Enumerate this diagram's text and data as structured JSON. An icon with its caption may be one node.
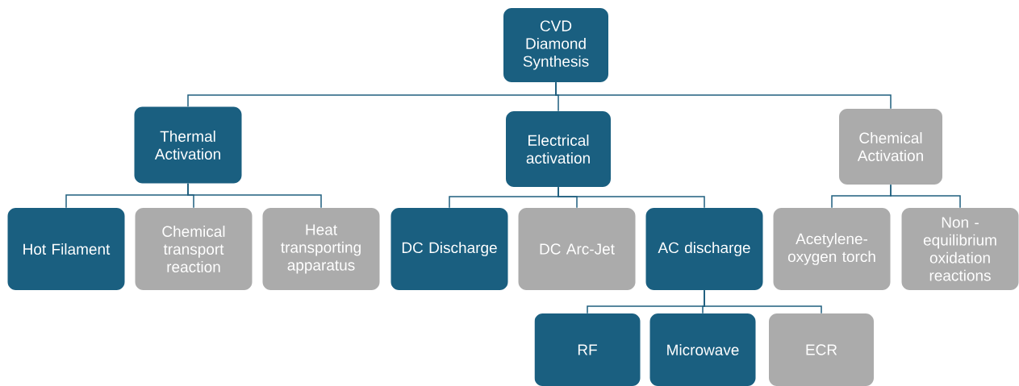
{
  "diagram": {
    "nodes": [
      {
        "text": [
          "CVD Diamond Synthesis"
        ]
      },
      {
        "text": [
          "Thermal Activation"
        ]
      },
      {
        "text": [
          "Electrical activation"
        ]
      },
      {
        "text": [
          "Chemical Activation"
        ]
      },
      {
        "text": [
          "Hot Filament"
        ]
      },
      {
        "text": [
          "Chemical transport reaction"
        ]
      },
      {
        "text": [
          "Heat transporting apparatus"
        ]
      },
      {
        "text": [
          "DC Discharge"
        ]
      },
      {
        "text": [
          "DC Arc-Jet"
        ]
      },
      {
        "text": [
          "AC discharge"
        ]
      },
      {
        "text": [
          "Acetylene-oxygen torch"
        ]
      },
      {
        "text": [
          "Non - equilibrium oxidation reactions"
        ]
      },
      {
        "text": [
          "RF"
        ]
      },
      {
        "text": [
          "Microwave"
        ]
      },
      {
        "text": [
          "ECR"
        ]
      }
    ],
    "edges": [
      {
        "from": 0,
        "to": 1,
        "arrow": "none"
      },
      {
        "from": 0,
        "to": 2,
        "arrow": "none"
      },
      {
        "from": 0,
        "to": 3,
        "arrow": "none"
      },
      {
        "from": 1,
        "to": 4,
        "arrow": "none"
      },
      {
        "from": 1,
        "to": 5,
        "arrow": "none"
      },
      {
        "from": 1,
        "to": 6,
        "arrow": "none"
      },
      {
        "from": 2,
        "to": 7,
        "arrow": "none"
      },
      {
        "from": 2,
        "to": 8,
        "arrow": "none"
      },
      {
        "from": 2,
        "to": 9,
        "arrow": "none"
      },
      {
        "from": 3,
        "to": 10,
        "arrow": "none"
      },
      {
        "from": 3,
        "to": 11,
        "arrow": "none"
      },
      {
        "from": 9,
        "to": 12,
        "arrow": "none"
      },
      {
        "from": 9,
        "to": 13,
        "arrow": "none"
      },
      {
        "from": 9,
        "to": 14,
        "arrow": "none"
      }
    ]
  }
}
